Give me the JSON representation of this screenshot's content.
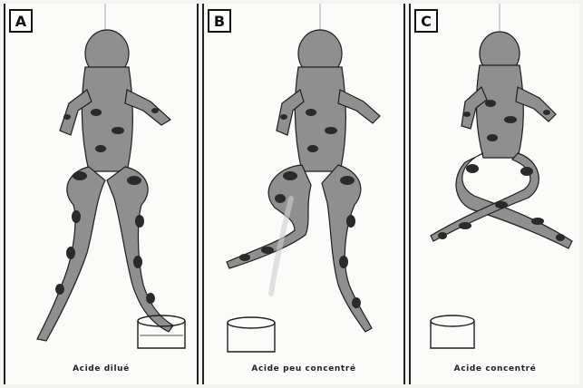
{
  "panels": [
    {
      "letter": "A",
      "caption": "Acide dilué"
    },
    {
      "letter": "B",
      "caption": "Acide peu concentré"
    },
    {
      "letter": "C",
      "caption": "Acide concentré"
    }
  ],
  "colors": {
    "frog_body": "#8f8f8f",
    "frog_spots": "#2a2a2a",
    "outline": "#1e1e1e",
    "panel_border": "#222222"
  }
}
